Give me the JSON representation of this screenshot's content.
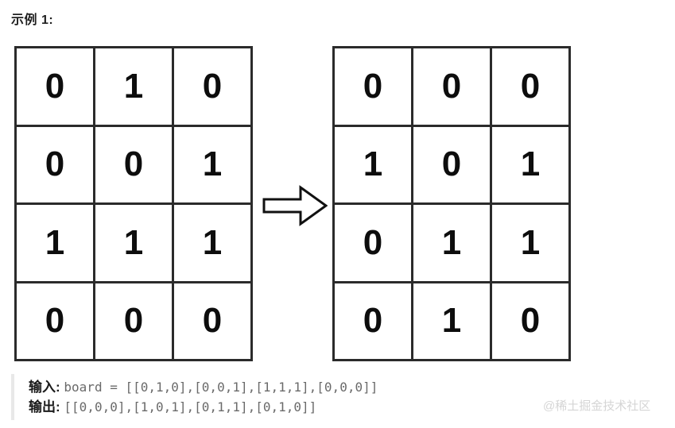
{
  "page": {
    "title": "示例 1:",
    "background_color": "#ffffff"
  },
  "arrow": {
    "icon": "right-block-arrow-icon",
    "stroke_color": "#111111",
    "fill_color": "#ffffff"
  },
  "grids": {
    "input": {
      "name": "input-board",
      "rows": 4,
      "cols": 3,
      "cells": [
        [
          "0",
          "1",
          "0"
        ],
        [
          "0",
          "0",
          "1"
        ],
        [
          "1",
          "1",
          "1"
        ],
        [
          "0",
          "0",
          "0"
        ]
      ]
    },
    "output": {
      "name": "output-board",
      "rows": 4,
      "cols": 3,
      "cells": [
        [
          "0",
          "0",
          "0"
        ],
        [
          "1",
          "0",
          "1"
        ],
        [
          "0",
          "1",
          "1"
        ],
        [
          "0",
          "1",
          "0"
        ]
      ]
    },
    "border_color": "#2b2b2b",
    "cell_background": "#ffffff",
    "digit_color": "#0d0d0d"
  },
  "io": {
    "input_label": "输入:",
    "input_code": "board = [[0,1,0],[0,0,1],[1,1,1],[0,0,0]]",
    "output_label": "输出:",
    "output_code": "[[0,0,0],[1,0,1],[0,1,1],[0,1,0]]",
    "code_color": "#6a6a6a",
    "accent_bar_color": "#e8e8e8"
  },
  "watermark": {
    "text": "@稀土掘金技术社区",
    "color": "#d5d5d5"
  }
}
